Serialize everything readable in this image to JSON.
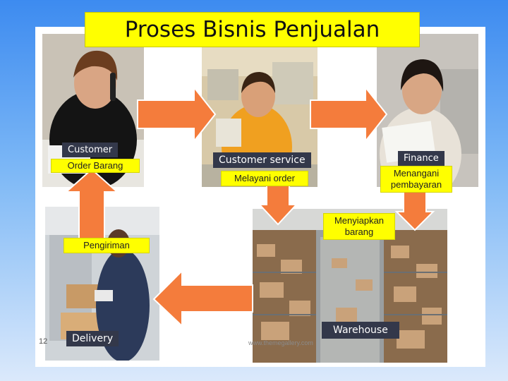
{
  "title": "Proses Bisnis Penjualan",
  "photos": {
    "customer": {
      "caption": "Customer"
    },
    "customer_service": {
      "caption": "Customer service"
    },
    "finance": {
      "caption": "Finance"
    },
    "delivery": {
      "caption": "Delivery"
    },
    "warehouse": {
      "caption": "Warehouse"
    }
  },
  "labels": {
    "order_barang": "Order Barang",
    "melayani_order": "Melayani order",
    "menangani_pembayaran": "Menangani pembayaran",
    "menyiapkan_barang": "Menyiapkan barang",
    "pengiriman": "Pengiriman"
  },
  "page_number": "12",
  "watermark": "www.themegallery.com",
  "colors": {
    "title_bg": "#ffff00",
    "arrow_fill": "#f47c3c",
    "arrow_stroke": "#ffffff",
    "caption_bg": "#33384a",
    "background_top": "#3d8bf0"
  }
}
